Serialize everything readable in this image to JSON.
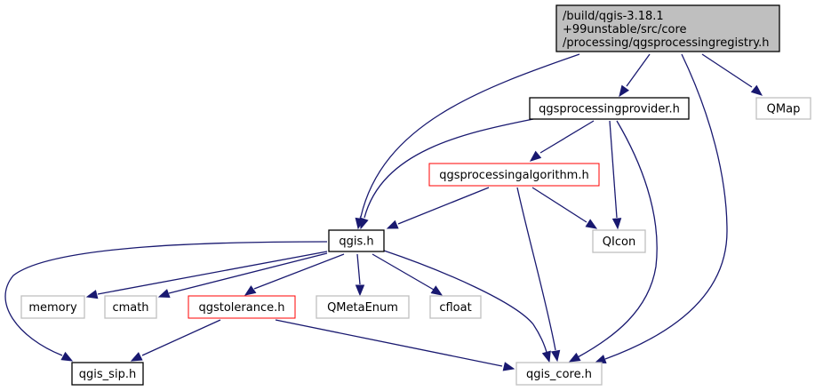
{
  "diagram": {
    "type": "include-dependency-graph",
    "colors": {
      "edge": "#191970",
      "root_fill": "#bfbfbf",
      "root_border": "#000000",
      "documented_border": "#000000",
      "incomplete_border": "#ff0000",
      "external_border": "#bfbfbf",
      "node_fill": "#ffffff"
    },
    "nodes": [
      {
        "id": "registry",
        "lines": [
          "/build/qgis-3.18.1",
          "+99unstable/src/core",
          "/processing/qgsprocessingregistry.h"
        ],
        "kind": "root"
      },
      {
        "id": "provider",
        "lines": [
          "qgsprocessingprovider.h"
        ],
        "kind": "documented"
      },
      {
        "id": "qmap",
        "lines": [
          "QMap"
        ],
        "kind": "external"
      },
      {
        "id": "algorithm",
        "lines": [
          "qgsprocessingalgorithm.h"
        ],
        "kind": "incomplete"
      },
      {
        "id": "qicon",
        "lines": [
          "QIcon"
        ],
        "kind": "external"
      },
      {
        "id": "qgis",
        "lines": [
          "qgis.h"
        ],
        "kind": "documented"
      },
      {
        "id": "memory",
        "lines": [
          "memory"
        ],
        "kind": "external"
      },
      {
        "id": "cmath",
        "lines": [
          "cmath"
        ],
        "kind": "external"
      },
      {
        "id": "tolerance",
        "lines": [
          "qgstolerance.h"
        ],
        "kind": "incomplete"
      },
      {
        "id": "qmetaenum",
        "lines": [
          "QMetaEnum"
        ],
        "kind": "external"
      },
      {
        "id": "cfloat",
        "lines": [
          "cfloat"
        ],
        "kind": "external"
      },
      {
        "id": "qgis_sip",
        "lines": [
          "qgis_sip.h"
        ],
        "kind": "documented"
      },
      {
        "id": "qgis_core",
        "lines": [
          "qgis_core.h"
        ],
        "kind": "external"
      }
    ],
    "edges": [
      {
        "from": "registry",
        "to": "provider"
      },
      {
        "from": "registry",
        "to": "qmap"
      },
      {
        "from": "registry",
        "to": "qgis"
      },
      {
        "from": "registry",
        "to": "qgis_core"
      },
      {
        "from": "provider",
        "to": "algorithm"
      },
      {
        "from": "provider",
        "to": "qgis"
      },
      {
        "from": "provider",
        "to": "qicon"
      },
      {
        "from": "provider",
        "to": "qgis_core"
      },
      {
        "from": "algorithm",
        "to": "qgis"
      },
      {
        "from": "algorithm",
        "to": "qicon"
      },
      {
        "from": "algorithm",
        "to": "qgis_core"
      },
      {
        "from": "qgis",
        "to": "memory"
      },
      {
        "from": "qgis",
        "to": "cmath"
      },
      {
        "from": "qgis",
        "to": "tolerance"
      },
      {
        "from": "qgis",
        "to": "qmetaenum"
      },
      {
        "from": "qgis",
        "to": "cfloat"
      },
      {
        "from": "qgis",
        "to": "qgis_sip"
      },
      {
        "from": "qgis",
        "to": "qgis_core"
      },
      {
        "from": "tolerance",
        "to": "qgis_sip"
      },
      {
        "from": "tolerance",
        "to": "qgis_core"
      }
    ]
  }
}
